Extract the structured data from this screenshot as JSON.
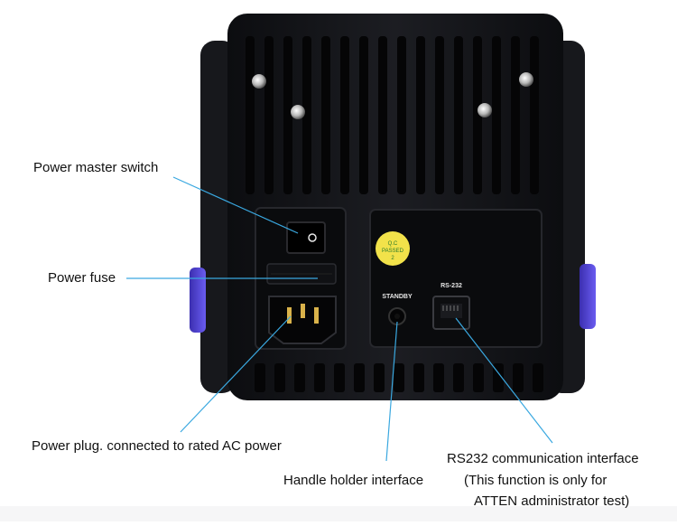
{
  "callouts": {
    "power_switch": "Power master switch",
    "power_fuse": "Power fuse",
    "power_plug": "Power plug. connected to rated AC power",
    "handle_holder": "Handle holder interface",
    "rs232_line1": "RS232 communication interface",
    "rs232_line2": "(This function is only for",
    "rs232_line3": "ATTEN administrator test)"
  },
  "device_markings": {
    "qc_line1": "Q.C",
    "qc_line2": "PASSED",
    "qc_line3": "2",
    "standby": "STANDBY",
    "rs232_port": "RS-232"
  },
  "colors": {
    "body": "#15161a",
    "accent_purple": "#5a4bd6",
    "leader_line": "#3aa8e0",
    "qc_sticker": "#f2e24a"
  }
}
